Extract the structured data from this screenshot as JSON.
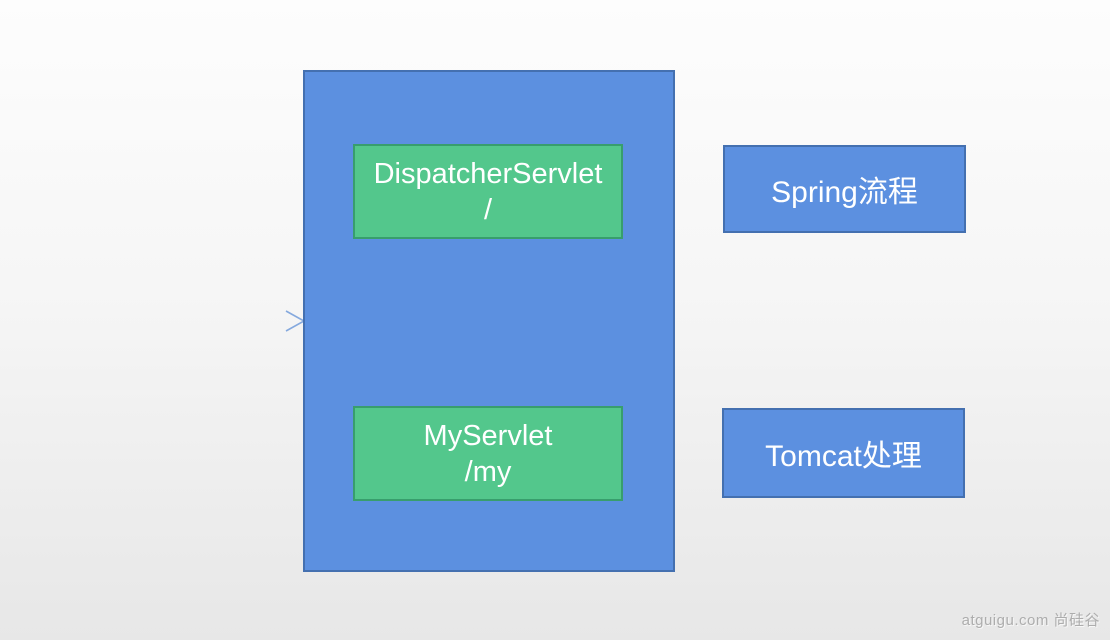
{
  "diagram": {
    "container_box": {
      "description": "tomcat-container-rect"
    },
    "servlet_boxes": [
      {
        "line1": "DispatcherServlet",
        "line2": "/"
      },
      {
        "line1": "MyServlet",
        "line2": "/my"
      }
    ],
    "side_boxes": [
      {
        "label": "Spring流程"
      },
      {
        "label": "Tomcat处理"
      }
    ],
    "arrow": {
      "direction": "right",
      "points_to": "container-box"
    }
  },
  "watermark": {
    "text": "atguigu.com 尚硅谷"
  },
  "colors": {
    "box_blue": "#5C90E0",
    "box_blue_border": "#4470B0",
    "box_green": "#53C78C",
    "box_green_border": "#389E6D",
    "arrow_blue": "#85A9DE",
    "watermark_gray": "#ADADAD"
  }
}
